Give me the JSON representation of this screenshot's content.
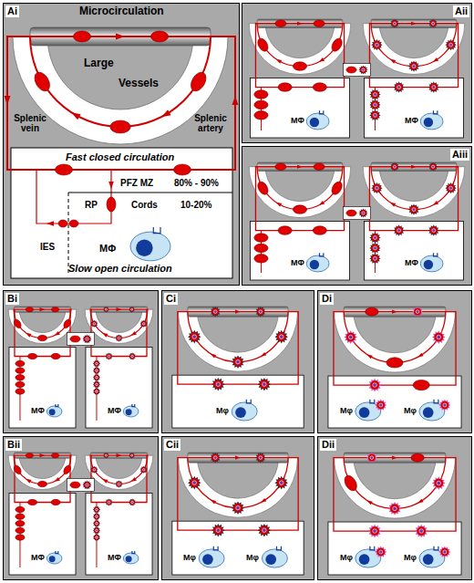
{
  "diagram": {
    "nodes": [
      {
        "text": [
          "Ai"
        ]
      },
      {
        "text": [
          "Aii"
        ]
      },
      {
        "text": [
          "Aiii"
        ]
      },
      {
        "text": [
          "Bi"
        ]
      },
      {
        "text": [
          "Ci"
        ]
      },
      {
        "text": [
          "Di"
        ]
      },
      {
        "text": [
          "Bii"
        ]
      },
      {
        "text": [
          "Cii"
        ]
      },
      {
        "text": [
          "Dii"
        ]
      }
    ],
    "labels": [
      "Microcirculation",
      "Large",
      "Vessels",
      "Splenic vein",
      "Splenic artery",
      "Fast closed circulation",
      "PFZ MZ",
      "80% - 90%",
      "RP",
      "Cords",
      "10-20%",
      "IES",
      "MΦ",
      "Slow open circulation",
      "MΦ",
      "MΦ",
      "MΦ",
      "MΦ",
      "MΦ",
      "MΦ",
      "Mφ",
      "Mφ",
      "Mφ",
      "MΦ",
      "MΦ",
      "Mφ",
      "Mφ",
      "Mφ",
      "Mφ"
    ]
  }
}
